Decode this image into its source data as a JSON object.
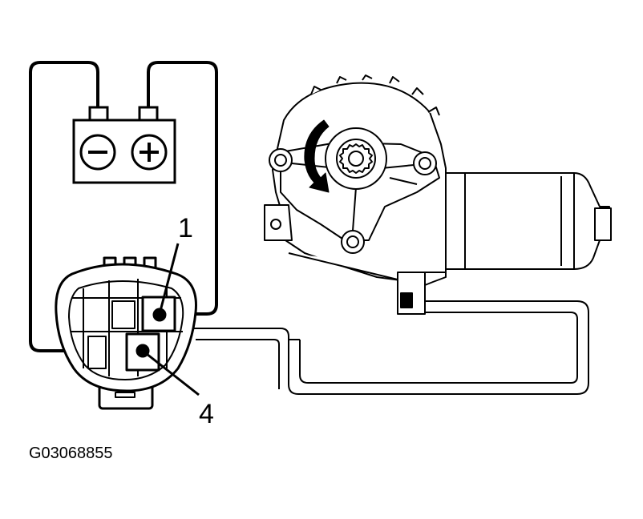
{
  "diagram": {
    "pin_labels": {
      "pin_1": "1",
      "pin_4": "4"
    },
    "figure_id": "G03068855",
    "battery": {
      "negative_symbol": "−",
      "positive_symbol": "+"
    },
    "motor": {
      "rotation_direction": "counterclockwise"
    }
  },
  "colors": {
    "line": "#000000",
    "background": "#ffffff"
  }
}
